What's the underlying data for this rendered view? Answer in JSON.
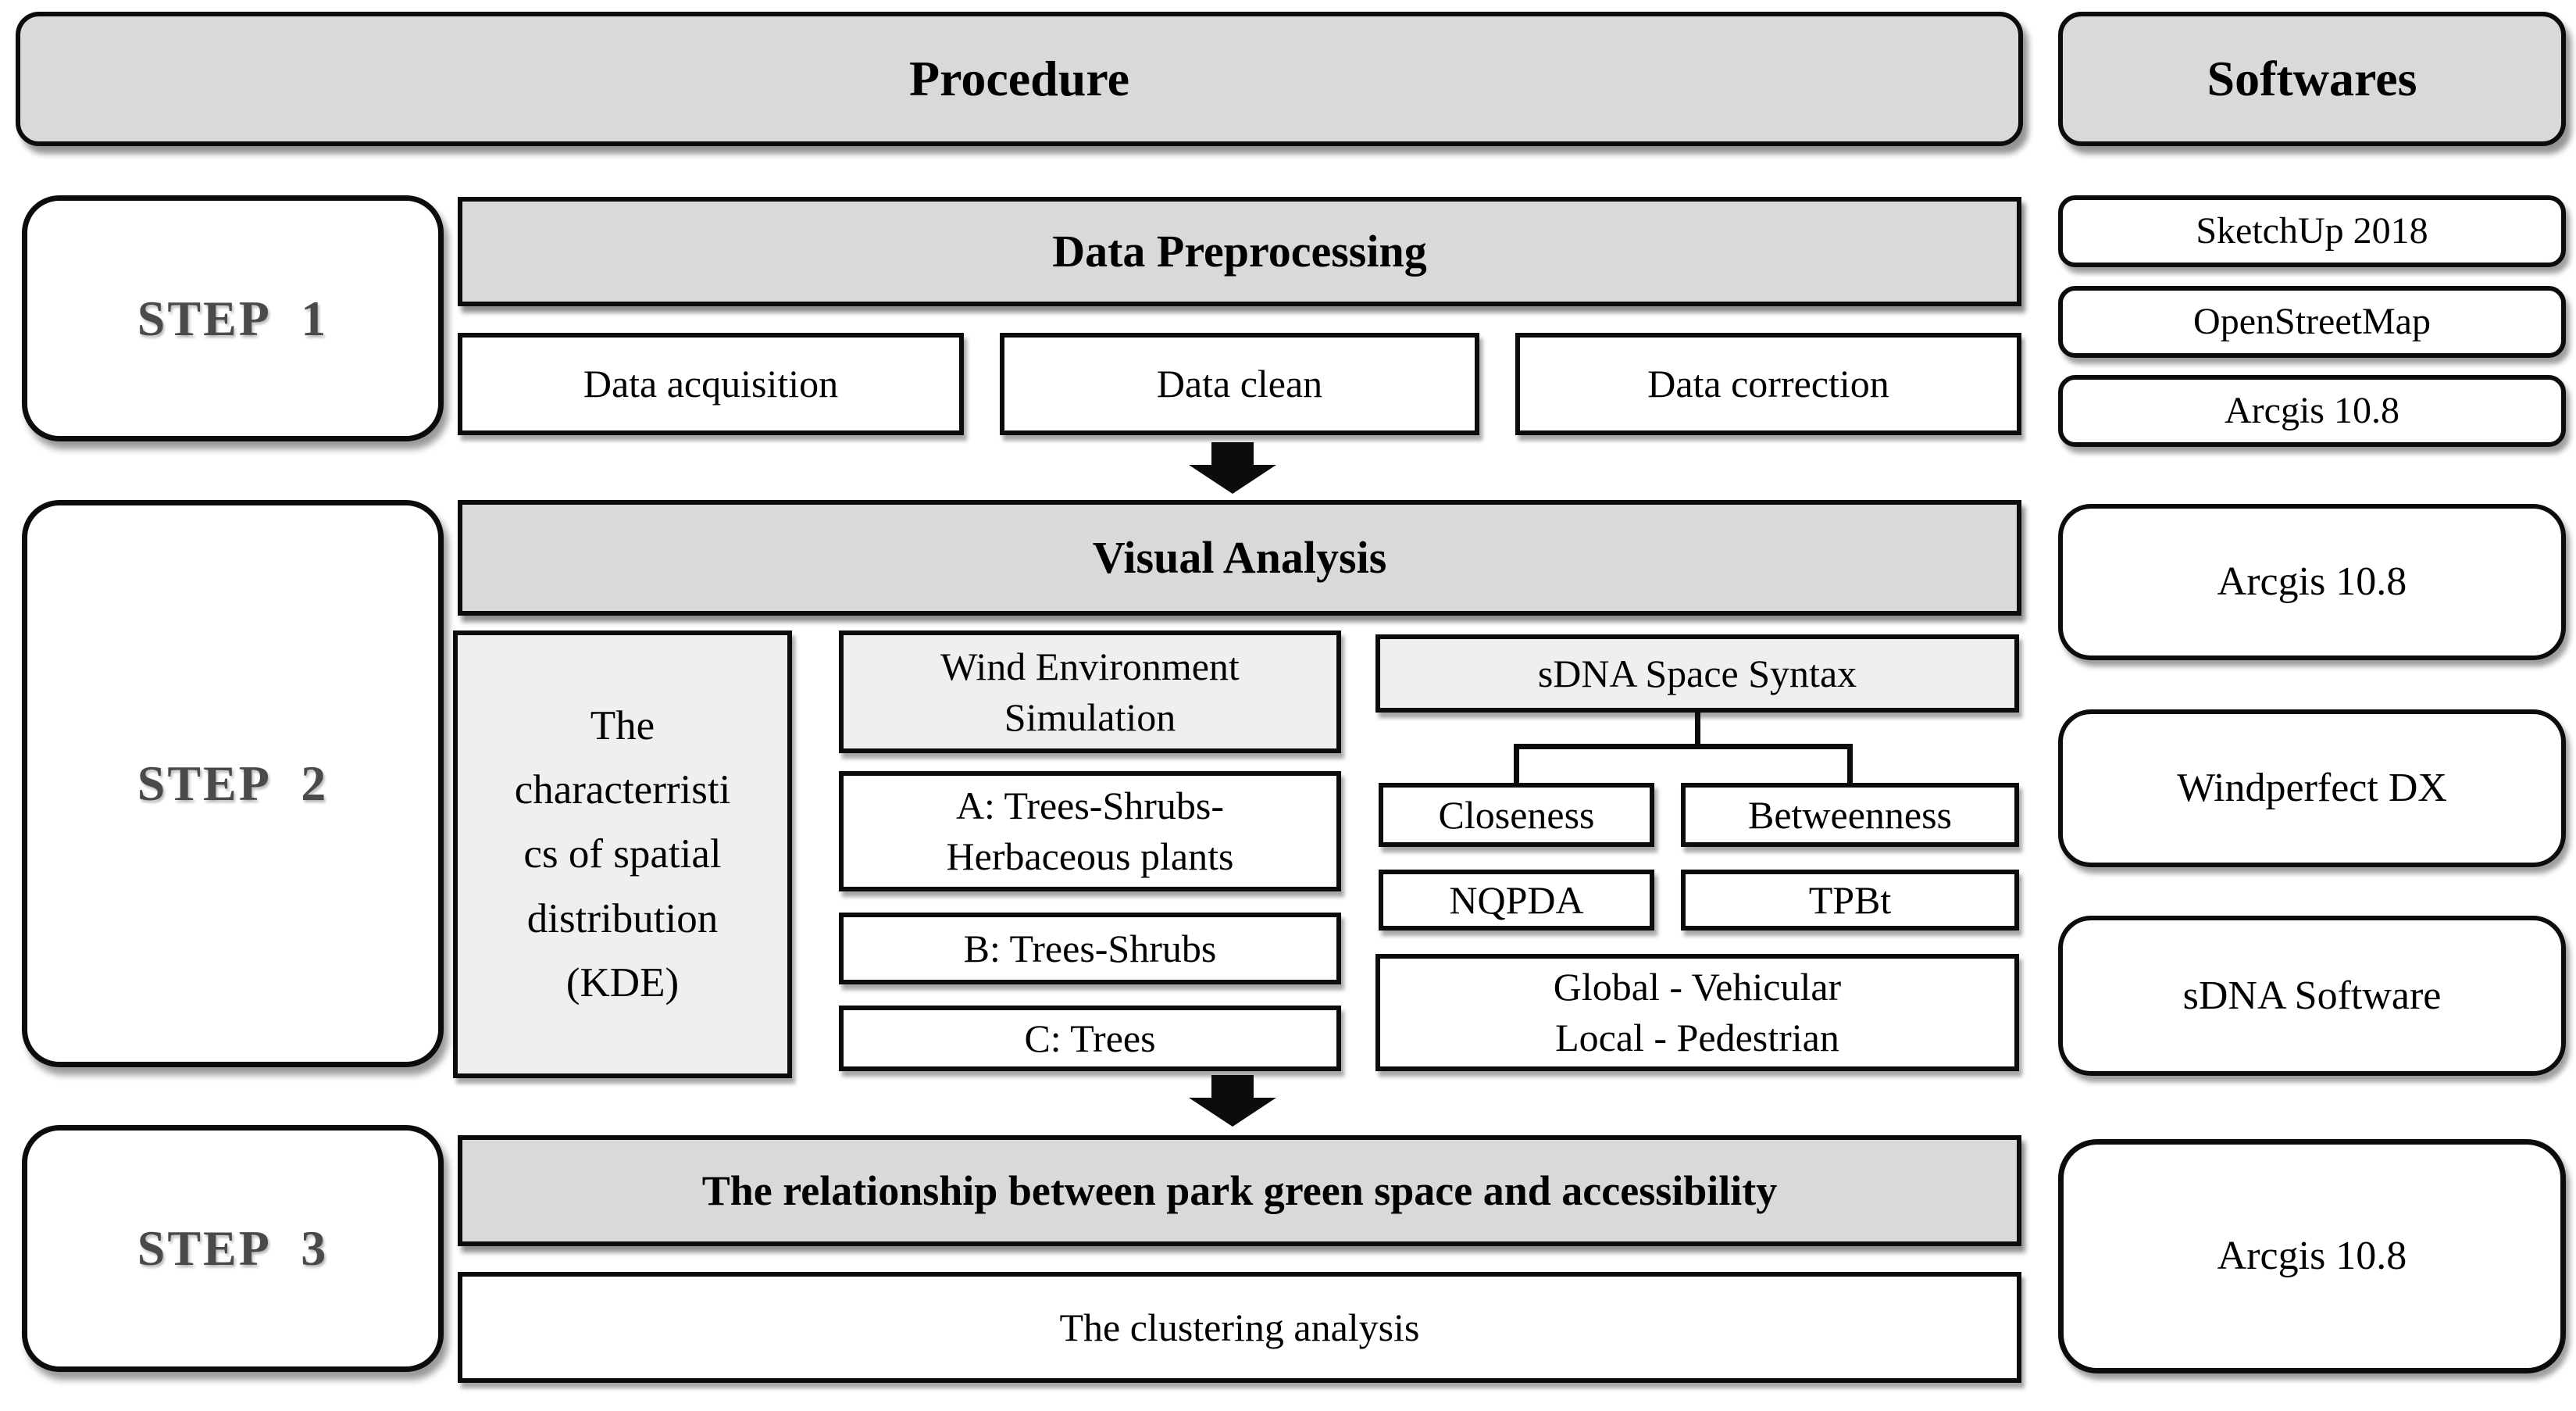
{
  "header": {
    "procedure_label": "Procedure",
    "softwares_label": "Softwares"
  },
  "step1": {
    "label": "STEP 1",
    "title": "Data Preprocessing",
    "boxes": {
      "acquisition": "Data acquisition",
      "clean": "Data clean",
      "correction": "Data correction"
    },
    "softwares": {
      "s1": "SketchUp 2018",
      "s2": "OpenStreetMap",
      "s3": "Arcgis 10.8"
    }
  },
  "step2": {
    "label": "STEP 2",
    "title": "Visual Analysis",
    "kde": "The\ncharacterristi\ncs of spatial\ndistribution\n(KDE)",
    "wind": "Wind Environment\nSimulation",
    "scenario_a": "A: Trees-Shrubs-\nHerbaceous plants",
    "scenario_b": "B: Trees-Shrubs",
    "scenario_c": "C: Trees",
    "sdna": "sDNA Space Syntax",
    "closeness": "Closeness",
    "betweenness": "Betweenness",
    "nqpda": "NQPDA",
    "tpbt": "TPBt",
    "global_local": "Global - Vehicular\nLocal - Pedestrian",
    "softwares": {
      "s1": "Arcgis 10.8",
      "s2": "Windperfect DX",
      "s3": "sDNA Software"
    }
  },
  "step3": {
    "label": "STEP 3",
    "title": "The relationship between park green space and accessibility",
    "clustering": "The clustering analysis",
    "softwares": {
      "s1": "Arcgis 10.8"
    }
  },
  "colors": {
    "bar_gray": "#d9d9d9",
    "light_gray": "#efefef",
    "border_black": "#0c0c0c",
    "step_text_gray": "#4a4a4a",
    "background": "#ffffff"
  }
}
